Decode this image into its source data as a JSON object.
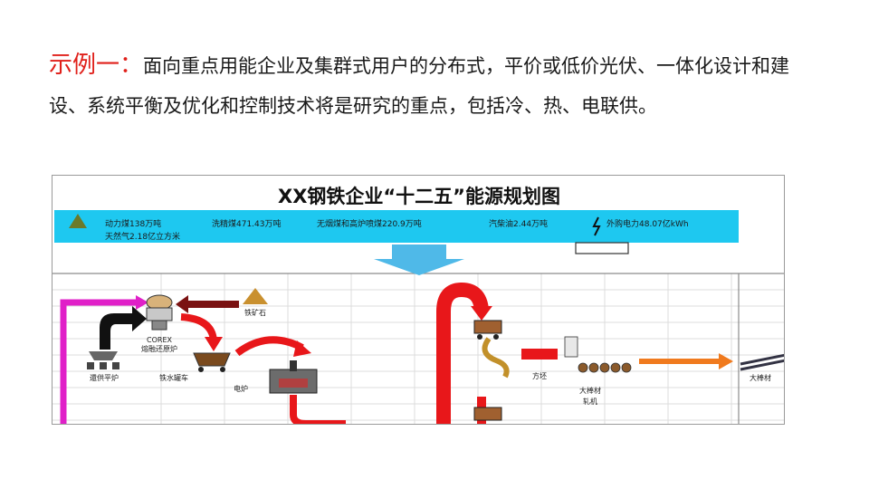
{
  "intro": {
    "lead": "示例一：",
    "body": "面向重点用能企业及集群式用户的分布式，平价或低价光伏、一体化设计和建设、系统平衡及优化和控制技术将是研究的重点，包括冷、热、电联供。"
  },
  "figure": {
    "title": "XX钢铁企业“十二五”能源规划图",
    "inputs": {
      "coal": "动力煤138万吨",
      "gas": "天然气2.18亿立方米",
      "washed_coal": "洗精煤471.43万吨",
      "anthracite": "无烟煤和高炉喷煤220.9万吨",
      "diesel": "汽柴油2.44万吨",
      "power": "外购电力48.07亿kWh"
    },
    "process": {
      "iron_ore": "铁矿石",
      "corex_en": "COREX",
      "corex_cn": "熔融还原炉",
      "molten_car": "铁水罐车",
      "eaf": "电炉",
      "furnace": "還供平炉",
      "billet": "方坯",
      "mill_line1": "大棒材",
      "mill_line2": "轧机",
      "product": "大棒材"
    },
    "colors": {
      "banner": "#1ec8f0",
      "flow_red": "#e8171a",
      "flow_dark_red": "#7a1212",
      "arrow_blue": "#4fb9e8",
      "arrow_orange": "#f07a1e",
      "magenta": "#e020c8"
    }
  }
}
